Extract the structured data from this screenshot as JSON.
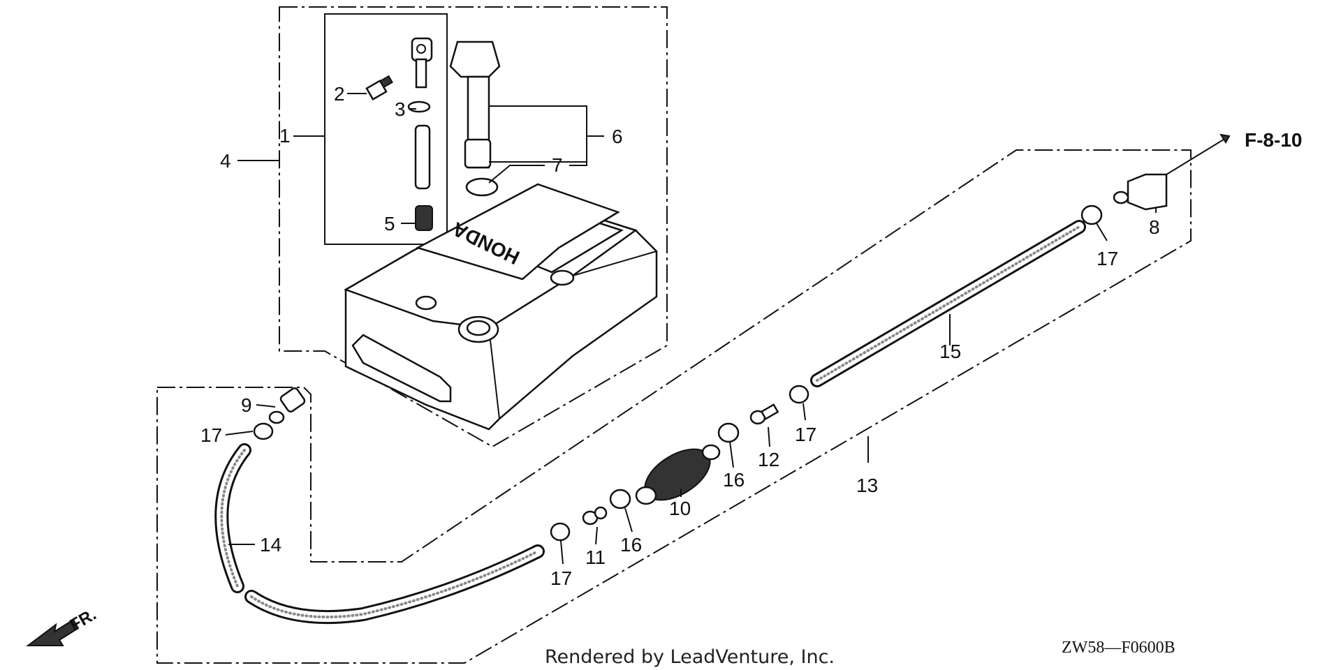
{
  "diagram": {
    "brand_on_tank": "HONDA",
    "reference": "F-8-10",
    "drawing_code": "ZW58—F0600B",
    "footer": "Rendered by LeadVenture, Inc.",
    "direction": "FR.",
    "callouts": {
      "c1": "1",
      "c2": "2",
      "c3": "3",
      "c4": "4",
      "c5": "5",
      "c6": "6",
      "c7": "7",
      "c8": "8",
      "c9": "9",
      "c10": "10",
      "c11": "11",
      "c12": "12",
      "c13": "13",
      "c14": "14",
      "c15": "15",
      "c16a": "16",
      "c16b": "16",
      "c17a": "17",
      "c17b": "17",
      "c17c": "17",
      "c17d": "17"
    }
  }
}
